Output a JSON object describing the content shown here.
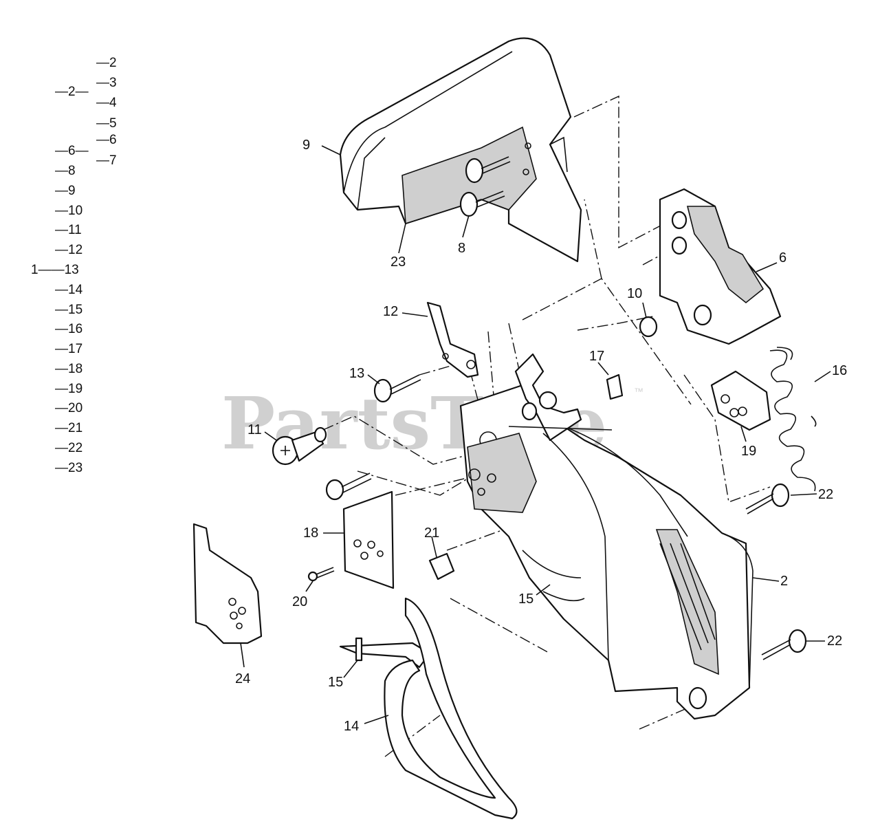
{
  "watermark": {
    "text": "PartsTree",
    "tm": "™"
  },
  "tree": [
    {
      "id": "t2a",
      "text": "—2"
    },
    {
      "id": "t3",
      "text": "—3"
    },
    {
      "id": "t2b",
      "text": "—2—"
    },
    {
      "id": "t4",
      "text": "—4"
    },
    {
      "id": "t5",
      "text": "—5"
    },
    {
      "id": "t6a",
      "text": "—6"
    },
    {
      "id": "t6b",
      "text": "—6—"
    },
    {
      "id": "t7",
      "text": "—7"
    },
    {
      "id": "t8",
      "text": "—8"
    },
    {
      "id": "t9",
      "text": "—9"
    },
    {
      "id": "t10",
      "text": "—10"
    },
    {
      "id": "t11",
      "text": "—11"
    },
    {
      "id": "t12",
      "text": "—12"
    },
    {
      "id": "t13",
      "text": "1——13"
    },
    {
      "id": "t14",
      "text": "—14"
    },
    {
      "id": "t15",
      "text": "—15"
    },
    {
      "id": "t16",
      "text": "—16"
    },
    {
      "id": "t17",
      "text": "—17"
    },
    {
      "id": "t18",
      "text": "—18"
    },
    {
      "id": "t19",
      "text": "—19"
    },
    {
      "id": "t20",
      "text": "—20"
    },
    {
      "id": "t21",
      "text": "—21"
    },
    {
      "id": "t22",
      "text": "—22"
    },
    {
      "id": "t23",
      "text": "—23"
    }
  ],
  "callouts": {
    "c9": "9",
    "c23": "23",
    "c8": "8",
    "c6": "6",
    "c10": "10",
    "c12": "12",
    "c13": "13",
    "c17": "17",
    "c16": "16",
    "c11": "11",
    "c19": "19",
    "c22a": "22",
    "c18": "18",
    "c21": "21",
    "c2": "2",
    "c20": "20",
    "c15a": "15",
    "c24": "24",
    "c22b": "22",
    "c15b": "15",
    "c14": "14"
  }
}
